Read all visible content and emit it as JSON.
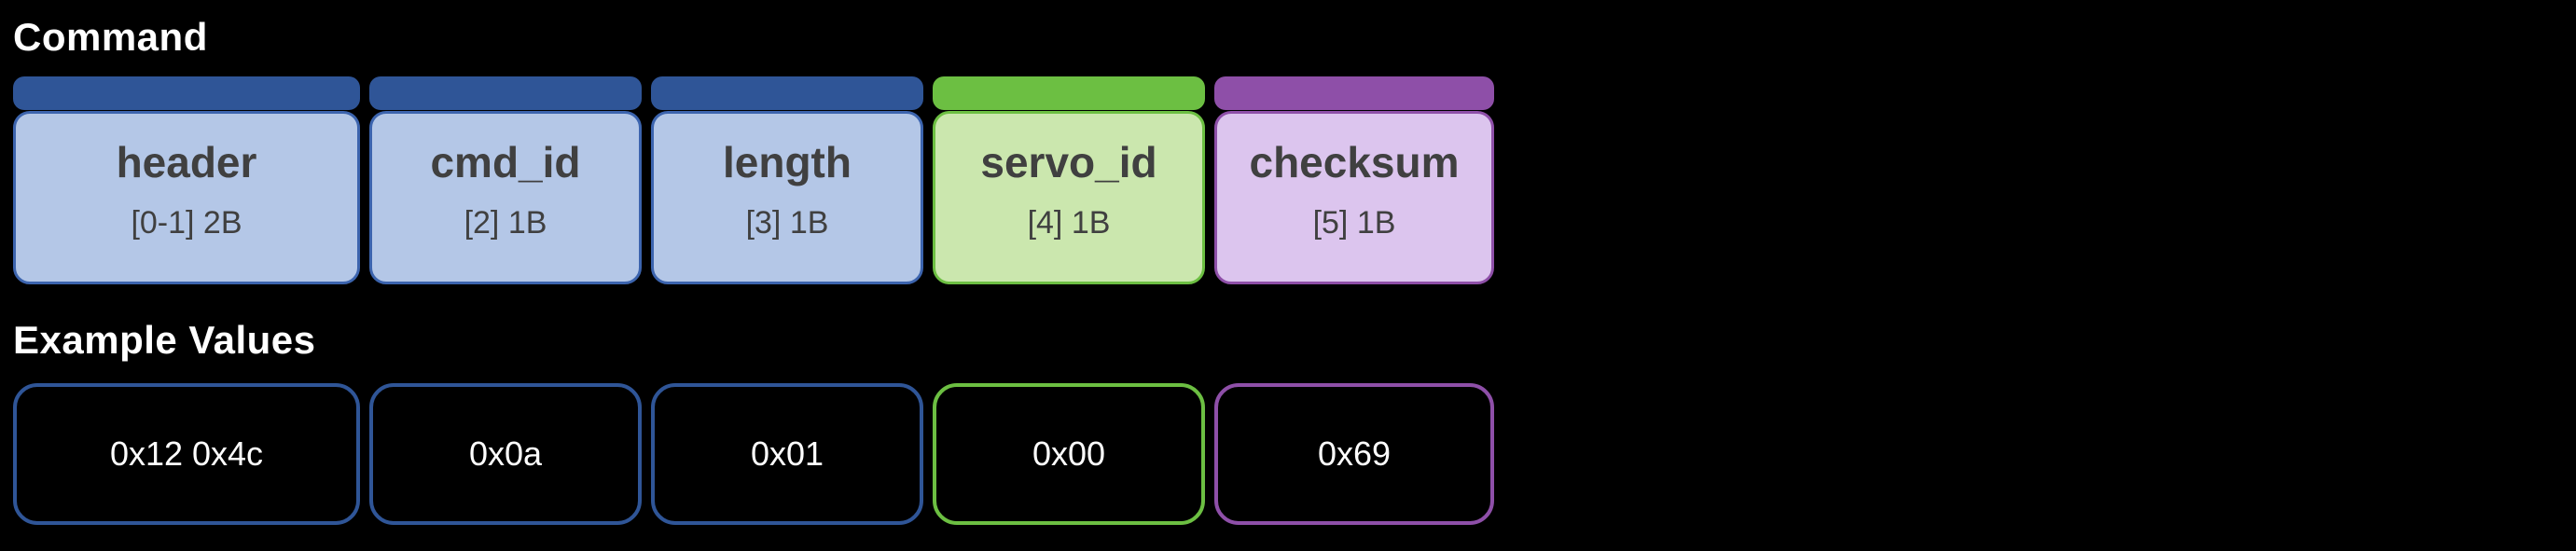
{
  "command_section": {
    "title": "Command",
    "fields": [
      {
        "name": "header",
        "bytes": "[0-1] 2B",
        "color": "blue"
      },
      {
        "name": "cmd_id",
        "bytes": "[2] 1B",
        "color": "blue"
      },
      {
        "name": "length",
        "bytes": "[3] 1B",
        "color": "blue"
      },
      {
        "name": "servo_id",
        "bytes": "[4] 1B",
        "color": "green"
      },
      {
        "name": "checksum",
        "bytes": "[5] 1B",
        "color": "purple"
      }
    ]
  },
  "example_section": {
    "title": "Example Values",
    "values": [
      {
        "value": "0x12 0x4c",
        "color": "blue"
      },
      {
        "value": "0x0a",
        "color": "blue"
      },
      {
        "value": "0x01",
        "color": "blue"
      },
      {
        "value": "0x00",
        "color": "green"
      },
      {
        "value": "0x69",
        "color": "purple"
      }
    ]
  },
  "colors": {
    "page_bg": "#000000",
    "text_white": "#FFFFFF",
    "text_dark": "#404040",
    "blue_tab": "#2F5597",
    "blue_body": "#B4C7E7",
    "blue_border": "#3C64AE",
    "green_tab": "#6CBF42",
    "green_body": "#CBE7AE",
    "green_border": "#6CBF42",
    "purple_tab": "#8E4FA8",
    "purple_body": "#DCC5EE",
    "purple_border": "#8E4FA8"
  }
}
